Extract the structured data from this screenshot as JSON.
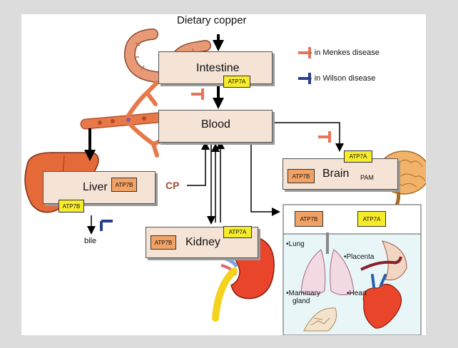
{
  "title": "Dietary copper",
  "legend": {
    "menkes": "- in Menkes disease",
    "wilson": "- in Wilson disease",
    "menkes_color": "#e8735a",
    "wilson_color": "#2a3d8f"
  },
  "nodes": {
    "intestine": "Intestine",
    "blood": "Blood",
    "liver": "Liver",
    "brain": "Brain",
    "kidney": "Kidney",
    "cp": "CP",
    "bile": "bile",
    "pam": "PAM"
  },
  "tags": {
    "atp7a": "ATP7A",
    "atp7b": "ATP7B"
  },
  "organs": {
    "lung": "•Lung",
    "placenta": "•Placenta",
    "mammary_line1": "•Mammary",
    "mammary_line2": "gland",
    "heart": "•Heart"
  },
  "colors": {
    "atp7a": "#f6ec2a",
    "atp7b": "#f2a264",
    "box": "#f5e3d6",
    "panel": "#e8f6f8"
  }
}
